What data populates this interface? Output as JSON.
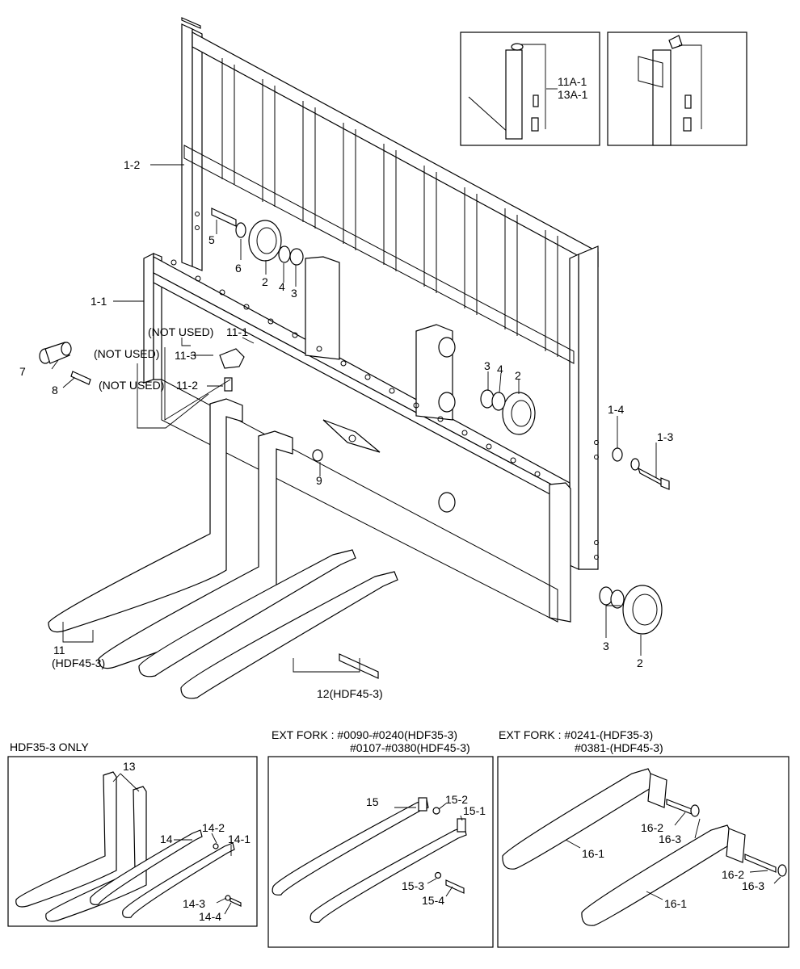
{
  "labels": {
    "l1_2": "1-2",
    "l1_1": "1-1",
    "l5": "5",
    "l6": "6",
    "l2a": "2",
    "l4a": "4",
    "l3a": "3",
    "not_used_1": "(NOT USED)",
    "l11_1": "11-1",
    "not_used_2": "(NOT USED)",
    "l11_3": "11-3",
    "not_used_3": "(NOT USED)",
    "l11_2": "11-2",
    "l7": "7",
    "l8": "8",
    "l9": "9",
    "l3b": "3",
    "l4b": "4",
    "l2b": "2",
    "l1_4": "1-4",
    "l1_3": "1-3",
    "l3c": "3",
    "l2c": "2",
    "l11": "11",
    "l11_model": "(HDF45-3)",
    "l12": "12(HDF45-3)",
    "l11a1": "11A-1",
    "l13a1": "13A-1",
    "l13": "13",
    "l14": "14",
    "l14_2": "14-2",
    "l14_1": "14-1",
    "l14_3": "14-3",
    "l14_4": "14-4",
    "l15": "15",
    "l15_2": "15-2",
    "l15_1": "15-1",
    "l15_3": "15-3",
    "l15_4": "15-4",
    "l16_2a": "16-2",
    "l16_3a": "16-3",
    "l16_1a": "16-1",
    "l16_2b": "16-2",
    "l16_3b": "16-3",
    "l16_1b": "16-1"
  },
  "panels": {
    "hdf35_only": "HDF35-3 ONLY",
    "ext_a_line1": "EXT FORK : #0090-#0240(HDF35-3)",
    "ext_a_line2": "#0107-#0380(HDF45-3)",
    "ext_b_line1": "EXT FORK : #0241-(HDF35-3)",
    "ext_b_line2": "#0381-(HDF45-3)"
  }
}
